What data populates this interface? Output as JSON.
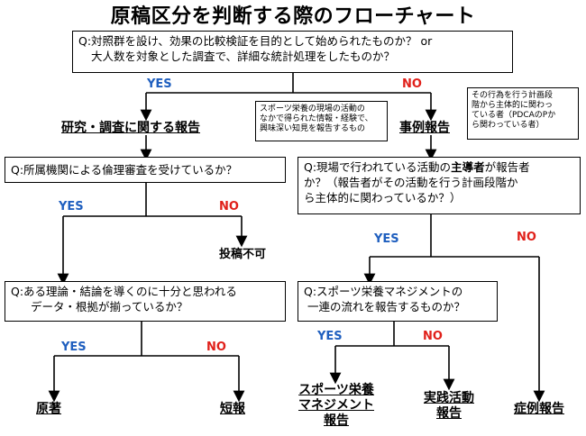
{
  "title": "原稿区分を判断する際のフローチャート",
  "q1": {
    "line1": "Q:対照群を設け、効果の比較検証を目的として始められたものか？ or",
    "line2": "大人数を対象とした調査で、詳細な統計処理をしたものか？"
  },
  "branch_top": {
    "yes": "YES",
    "no": "NO"
  },
  "research_heading": "研究・調査に関する報告",
  "case_heading": "事例報告",
  "note_case": {
    "line1": "スポーツ栄養の現場の活動の",
    "line2": "なかで得られた情報・経験で、",
    "line3": "興味深い知見を報告するもの"
  },
  "note_leader": {
    "line1": "その行為を行う計画段",
    "line2": "階から主体的に関わっ",
    "line3": "ている者（PDCAのPか",
    "line4": "ら関わっている者）"
  },
  "q_ethics": "Q:所属機関による倫理審査を受けているか？",
  "branch_ethics": {
    "yes": "YES",
    "no": "NO"
  },
  "reject": "投稿不可",
  "q_leader": {
    "pre": "Q:現場で行われている活動の",
    "bold": "主導者",
    "post": "が報告者",
    "line2": "か？（報告者がその活動を行う計画段階か",
    "line3": "ら主体的に関わっているか？）"
  },
  "branch_leader": {
    "yes": "YES",
    "no": "NO"
  },
  "q_theory": {
    "line1": "Q:ある理論・結論を導くのに十分と思われる",
    "line2": "データ・根拠が揃っているか？"
  },
  "branch_theory": {
    "yes": "YES",
    "no": "NO"
  },
  "q_mgmt": {
    "line1": "Q:スポーツ栄養マネジメントの",
    "line2": "一連の流れを報告するものか？"
  },
  "branch_mgmt": {
    "yes": "YES",
    "no": "NO"
  },
  "outcomes": {
    "original": "原著",
    "short": "短報",
    "sports_mgmt_1": "スポーツ栄養",
    "sports_mgmt_2": "マネジメント",
    "sports_mgmt_3": "報告",
    "practice_1": "実践活動",
    "practice_2": "報告",
    "case": "症例報告"
  }
}
